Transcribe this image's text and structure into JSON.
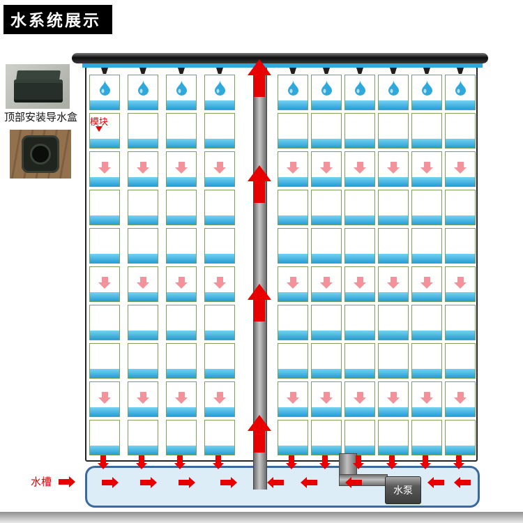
{
  "title": "水系统展示",
  "left_panel": {
    "top_box_caption": "顶部安装导水盒",
    "module_caption": "模块"
  },
  "bottom": {
    "trough_label": "水槽",
    "pump_label": "水泵"
  },
  "diagram": {
    "rows_per_column": 10,
    "left_column_count": 4,
    "right_column_count": 6,
    "droplet_row": 0,
    "pink_arrow_rows": [
      2,
      5,
      8
    ],
    "up_arrow_count": 4,
    "colors": {
      "water_blue": "#2fa8dc",
      "module_strip_blue": "#45b8e8",
      "module_border_green": "#7aa05a",
      "pink_arrow": "#f2929b",
      "flow_red": "#e80000",
      "pipe_gray": "#8f8f8f",
      "trough_fill": "#dcedf8",
      "trough_border": "#39699e"
    }
  }
}
